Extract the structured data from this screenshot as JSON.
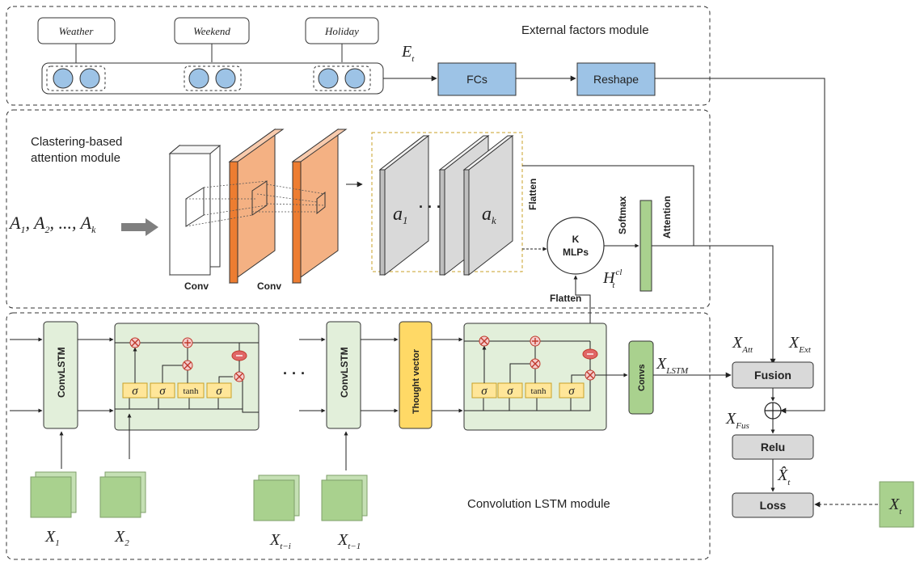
{
  "external_module": {
    "title": "External factors module",
    "factors": [
      "Weather",
      "Weekend",
      "Holiday"
    ],
    "embedding_label_main": "E",
    "embedding_label_sub": "t",
    "fc_label": "FCs",
    "reshape_label": "Reshape"
  },
  "clustering_module": {
    "title_line1": "Clastering-based",
    "title_line2": "attention module",
    "input_main": "A",
    "input_subs": [
      "1",
      "2",
      "k"
    ],
    "input_dots": "...,",
    "conv_label_1": "Conv",
    "conv_label_2": "Conv",
    "a_main": "a",
    "a_sub_first": "1",
    "a_sub_last": "k",
    "dots": "· · ·",
    "flatten_label": "Flatten",
    "mlp_line1": "K",
    "mlp_line2": "MLPs",
    "softmax_label": "Softmax",
    "attention_label": "Attention",
    "h_main": "H",
    "h_sub": "t",
    "h_sup": "cl",
    "flatten_bottom_label": "Flatten"
  },
  "lstm_module": {
    "title": "Convolution LSTM module",
    "convlstm_label": "ConvLSTM",
    "gate_sigma": "σ",
    "gate_tanh": "tanh",
    "thought_vector_label": "Thought vector",
    "convs_label": "Convs",
    "dots": "· · ·",
    "x_lstm_main": "X",
    "x_lstm_sub": "LSTM",
    "inputs": [
      {
        "main": "X",
        "sub": "1"
      },
      {
        "main": "X",
        "sub": "2"
      },
      {
        "main": "X",
        "sub": "t−i"
      },
      {
        "main": "X",
        "sub": "t−1"
      }
    ]
  },
  "output": {
    "x_att_main": "X",
    "x_att_sub": "Att",
    "x_ext_main": "X",
    "x_ext_sub": "Ext",
    "fusion_label": "Fusion",
    "x_fus_main": "X",
    "x_fus_sub": "Fus",
    "relu_label": "Relu",
    "xhat_main": "X̂",
    "xhat_sub": "t",
    "loss_label": "Loss",
    "xt_main": "X",
    "xt_sub": "t"
  },
  "colors": {
    "blue_box": "#9dc3e6",
    "orange": "#f4b183",
    "green_bg": "#e2efda",
    "green_dark": "#a9d18e",
    "yellow": "#ffd966",
    "gray_box": "#d9d9d9",
    "gate_yellow": "#ffe699",
    "red_op": "#e06666"
  }
}
